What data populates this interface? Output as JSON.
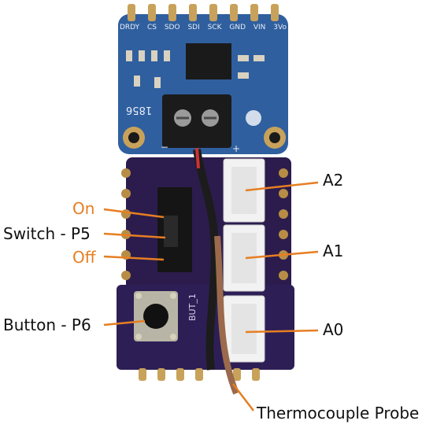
{
  "labels": {
    "on": "On",
    "switch": "Switch - P5",
    "off": "Off",
    "button": "Button - P6",
    "a2": "A2",
    "a1": "A1",
    "a0": "A0",
    "probe": "Thermocouple Probe"
  },
  "silkscreen": {
    "top_pins": [
      "DRDY",
      "CS",
      "SDO",
      "SDI",
      "SCK",
      "GND",
      "VIN",
      "3Vo"
    ],
    "chip_label": "1856",
    "polarity": "+",
    "button_ref": "BUT_1",
    "terminal_neg": "−"
  },
  "colors": {
    "label_orange": "#e67e22",
    "label_black": "#111111",
    "leader_line": "#e67e22",
    "breakout_board": "#2f5f9e",
    "main_board": "#2b1c4d",
    "header_pins": "#c8a25a",
    "connector": "#f2f2f2"
  }
}
